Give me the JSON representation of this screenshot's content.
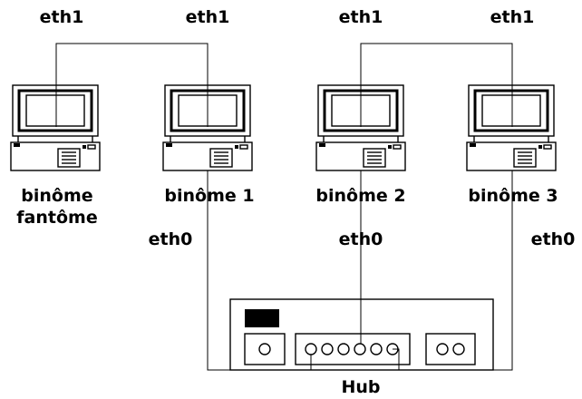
{
  "diagram": {
    "computers": [
      {
        "eth1_label": "eth1",
        "name_lines": [
          "binôme",
          "fantôme"
        ],
        "eth0_label": ""
      },
      {
        "eth1_label": "eth1",
        "name_lines": [
          "binôme 1"
        ],
        "eth0_label": "eth0"
      },
      {
        "eth1_label": "eth1",
        "name_lines": [
          "binôme 2"
        ],
        "eth0_label": "eth0"
      },
      {
        "eth1_label": "eth1",
        "name_lines": [
          "binôme 3"
        ],
        "eth0_label": "eth0"
      }
    ],
    "hub_label": "Hub",
    "colors": {
      "stroke": "#000000",
      "background": "#ffffff"
    }
  }
}
